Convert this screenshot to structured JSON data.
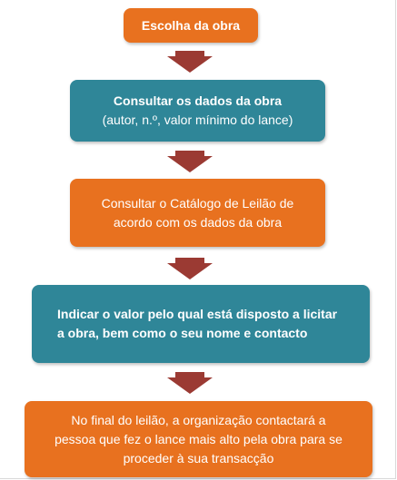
{
  "steps": [
    {
      "lines": [
        "Escolha da obra"
      ]
    },
    {
      "lines": [
        "Consultar os dados da obra",
        "(autor, n.º, valor mínimo do lance)"
      ]
    },
    {
      "lines": [
        "Consultar o Catálogo de Leilão de",
        "acordo com os dados da obra"
      ]
    },
    {
      "lines": [
        "Indicar o valor pelo qual está disposto a licitar",
        "a obra, bem como o seu nome e contacto"
      ]
    },
    {
      "lines": [
        "No final do leilão, a organização contactará a",
        "pessoa que fez o lance mais alto pela obra para se",
        "proceder à sua transacção"
      ]
    }
  ],
  "colors": {
    "orange": "#e8711f",
    "teal": "#2f8698",
    "arrow": "#9b3a33"
  }
}
